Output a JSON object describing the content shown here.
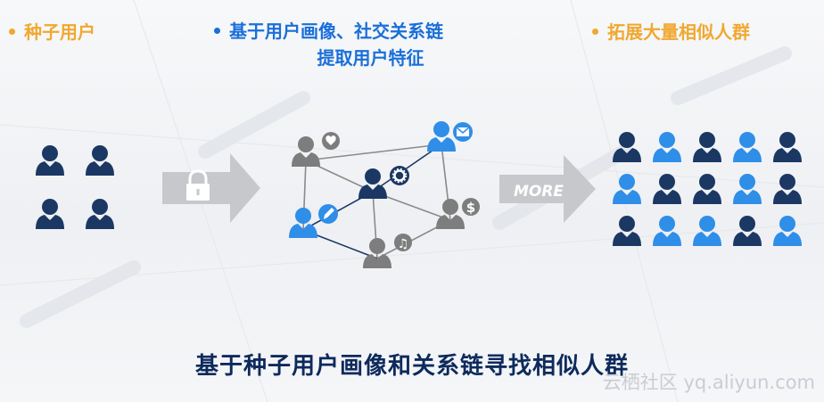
{
  "headings": {
    "seed_users": "种子用户",
    "extract_features_line1": "基于用户画像、社交关系链",
    "extract_features_line2": "提取用户特征",
    "expand_similar": "拓展大量相似人群"
  },
  "arrows": {
    "more_label": "MORE"
  },
  "caption": "基于种子用户画像和关系链寻找相似人群",
  "watermark": "云栖社区 yq.aliyun.com",
  "colors": {
    "orange_accent": "#f0a830",
    "blue_accent": "#1a6fd8",
    "dark_navy": "#1b3864",
    "light_blue": "#2f8ee8",
    "gray_node": "#7d7d7d",
    "arrow_gray": "#c6c8cb"
  },
  "network_badges": [
    "heart-icon",
    "mail-icon",
    "gear-icon",
    "pencil-icon",
    "dollar-icon",
    "music-icon"
  ],
  "crowd_grid": [
    [
      "dark",
      "blue",
      "dark",
      "blue",
      "dark"
    ],
    [
      "blue",
      "dark",
      "dark",
      "blue",
      "dark"
    ],
    [
      "dark",
      "blue",
      "blue",
      "dark",
      "blue"
    ]
  ]
}
